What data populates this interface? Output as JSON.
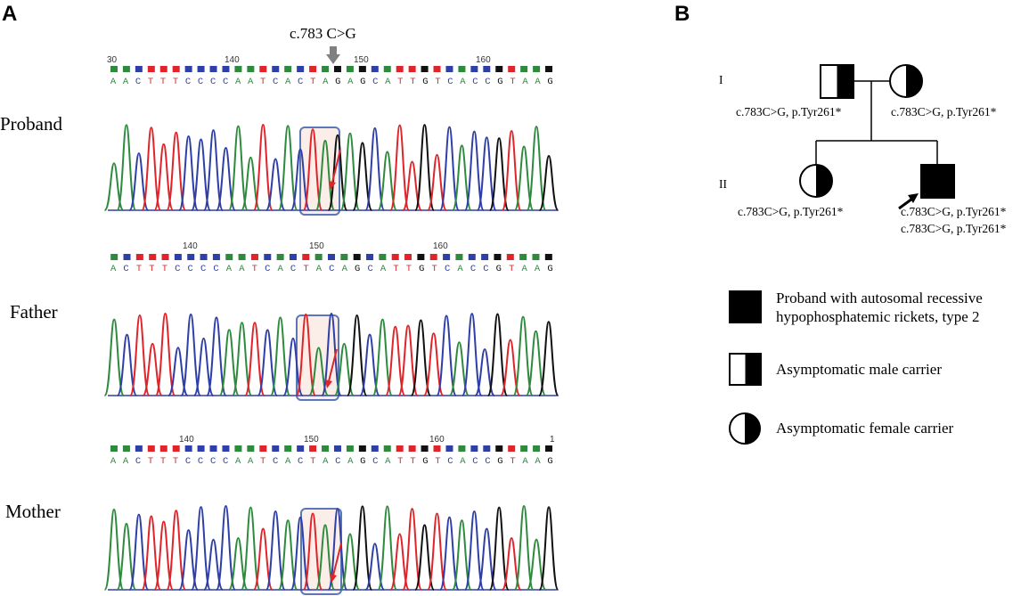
{
  "panel_a": {
    "letter": "A",
    "mutation_label": "c.783 C>G",
    "samples": [
      {
        "label": "Proband",
        "ticks": [
          "30",
          "140",
          "150",
          "160"
        ],
        "sequence": "AACTTTCCCCAATCACTAGAGCATTGTCACCGTAAG"
      },
      {
        "label": "Father",
        "ticks": [
          "140",
          "150",
          "160"
        ],
        "sequence": "ACTTTCCCCAATCACTACAGCATTGTCACCGTAAG"
      },
      {
        "label": "Mother",
        "ticks": [
          "140",
          "150",
          "160",
          "1"
        ],
        "sequence": "AACTTTCCCCAATCACTACAGCATTGTCACCGTAAG"
      }
    ]
  },
  "panel_b": {
    "letter": "B",
    "generations": [
      "I",
      "II"
    ],
    "individuals": {
      "father": "c.783C>G, p.Tyr261*",
      "mother": "c.783C>G, p.Tyr261*",
      "sister": "c.783C>G, p.Tyr261*",
      "proband_line1": "c.783C>G, p.Tyr261*",
      "proband_line2": "c.783C>G, p.Tyr261*"
    },
    "legend": [
      {
        "line1": "Proband with autosomal recessive",
        "line2": "hypophosphatemic rickets, type 2"
      },
      {
        "line1": "Asymptomatic male carrier"
      },
      {
        "line1": "Asymptomatic female carrier"
      }
    ]
  },
  "colors": {
    "A": "#2e8b3e",
    "C": "#2f3fa8",
    "G": "#111111",
    "T": "#e0242a",
    "box": "#5a78b8",
    "arrow": "#e0242a",
    "grey_arrow": "#808080"
  }
}
